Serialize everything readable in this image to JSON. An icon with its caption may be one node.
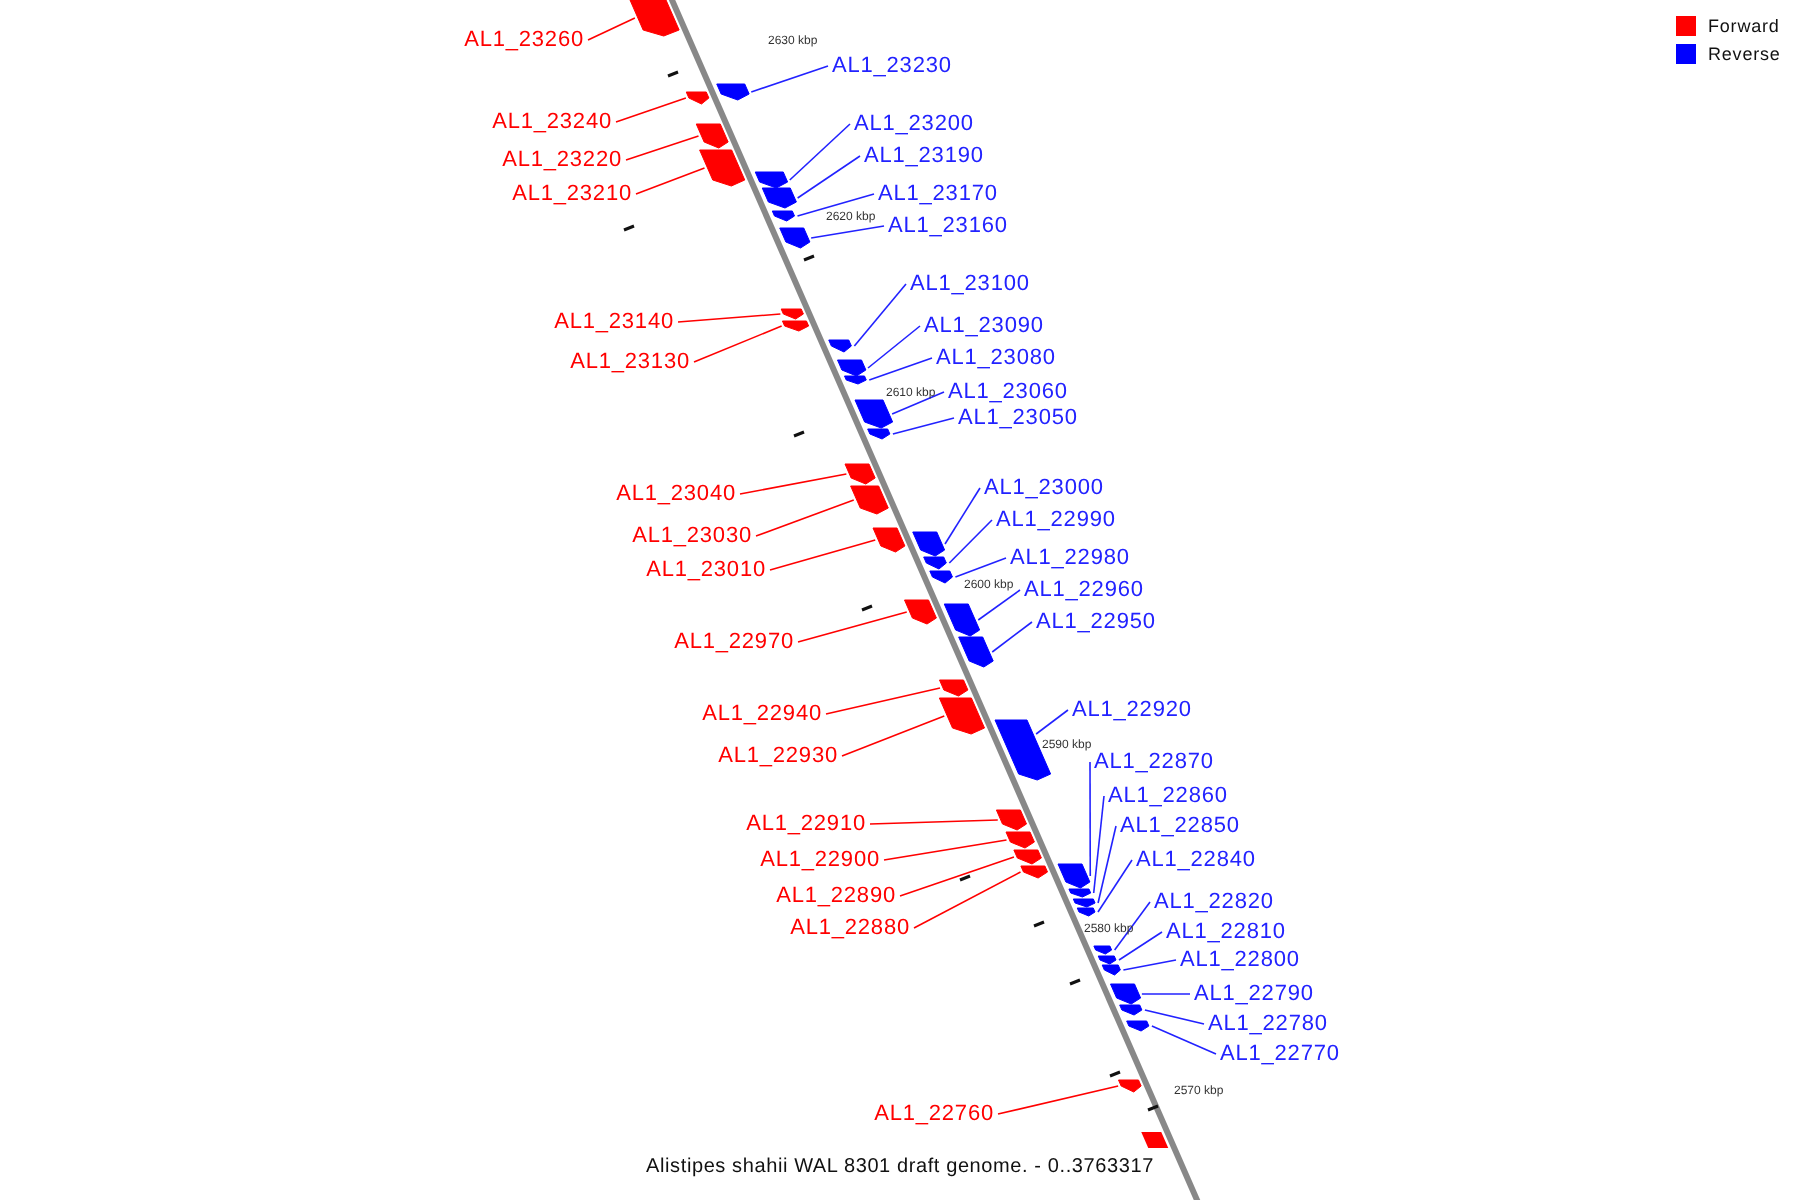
{
  "diagram": {
    "caption": "Alistipes shahii WAL 8301 draft genome. - 0..3763317",
    "nodes": [
      {
        "text": [
          "AL1_23260"
        ]
      },
      {
        "text": [
          "AL1_23230"
        ]
      },
      {
        "text": [
          "AL1_23240"
        ]
      },
      {
        "text": [
          "AL1_23200"
        ]
      },
      {
        "text": [
          "AL1_23190"
        ]
      },
      {
        "text": [
          "AL1_23220"
        ]
      },
      {
        "text": [
          "AL1_23210"
        ]
      },
      {
        "text": [
          "AL1_23170"
        ]
      },
      {
        "text": [
          "AL1_23160"
        ]
      },
      {
        "text": [
          "AL1_23100"
        ]
      },
      {
        "text": [
          "AL1_23140"
        ]
      },
      {
        "text": [
          "AL1_23090"
        ]
      },
      {
        "text": [
          "AL1_23080"
        ]
      },
      {
        "text": [
          "AL1_23130"
        ]
      },
      {
        "text": [
          "AL1_23060"
        ]
      },
      {
        "text": [
          "AL1_23050"
        ]
      },
      {
        "text": [
          "AL1_23000"
        ]
      },
      {
        "text": [
          "AL1_23040"
        ]
      },
      {
        "text": [
          "AL1_22990"
        ]
      },
      {
        "text": [
          "AL1_23030"
        ]
      },
      {
        "text": [
          "AL1_22980"
        ]
      },
      {
        "text": [
          "AL1_23010"
        ]
      },
      {
        "text": [
          "AL1_22960"
        ]
      },
      {
        "text": [
          "AL1_22950"
        ]
      },
      {
        "text": [
          "AL1_22970"
        ]
      },
      {
        "text": [
          "AL1_22920"
        ]
      },
      {
        "text": [
          "AL1_22940"
        ]
      },
      {
        "text": [
          "AL1_22930"
        ]
      },
      {
        "text": [
          "AL1_22870"
        ]
      },
      {
        "text": [
          "AL1_22860"
        ]
      },
      {
        "text": [
          "AL1_22910"
        ]
      },
      {
        "text": [
          "AL1_22850"
        ]
      },
      {
        "text": [
          "AL1_22900"
        ]
      },
      {
        "text": [
          "AL1_22840"
        ]
      },
      {
        "text": [
          "AL1_22890"
        ]
      },
      {
        "text": [
          "AL1_22820"
        ]
      },
      {
        "text": [
          "AL1_22880"
        ]
      },
      {
        "text": [
          "AL1_22810"
        ]
      },
      {
        "text": [
          "AL1_22800"
        ]
      },
      {
        "text": [
          "AL1_22790"
        ]
      },
      {
        "text": [
          "AL1_22780"
        ]
      },
      {
        "text": [
          "AL1_22770"
        ]
      },
      {
        "text": [
          "AL1_22760"
        ]
      },
      {
        "text": [],
        "shape": "arrow"
      },
      {
        "text": [],
        "shape": "arrow"
      },
      {
        "text": [],
        "shape": "arrow"
      },
      {
        "text": [],
        "shape": "arrow"
      },
      {
        "text": [],
        "shape": "arrow"
      },
      {
        "text": [],
        "shape": "arrow"
      },
      {
        "text": [],
        "shape": "arrow"
      },
      {
        "text": [],
        "shape": "arrow"
      },
      {
        "text": [],
        "shape": "arrow"
      },
      {
        "text": [],
        "shape": "arrow"
      },
      {
        "text": [],
        "shape": "arrow"
      },
      {
        "text": [],
        "shape": "arrow"
      },
      {
        "text": [],
        "shape": "arrow"
      },
      {
        "text": [],
        "shape": "arrow"
      },
      {
        "text": [],
        "shape": "arrow"
      },
      {
        "text": [],
        "shape": "arrow"
      },
      {
        "text": [],
        "shape": "arrow"
      },
      {
        "text": [],
        "shape": "arrow"
      },
      {
        "text": [],
        "shape": "arrow"
      },
      {
        "text": [],
        "shape": "arrow"
      },
      {
        "text": [],
        "shape": "arrow"
      },
      {
        "text": [],
        "shape": "arrow"
      },
      {
        "text": [],
        "shape": "arrow"
      },
      {
        "text": [],
        "shape": "arrow"
      },
      {
        "text": [],
        "shape": "arrow"
      },
      {
        "text": [],
        "shape": "arrow"
      },
      {
        "text": [],
        "shape": "arrow"
      },
      {
        "text": [],
        "shape": "arrow"
      },
      {
        "text": [],
        "shape": "arrow"
      },
      {
        "text": [],
        "shape": "arrow"
      },
      {
        "text": [],
        "shape": "arrow"
      },
      {
        "text": [],
        "shape": "arrow"
      },
      {
        "text": [],
        "shape": "arrow"
      },
      {
        "text": [],
        "shape": "arrow"
      },
      {
        "text": [],
        "shape": "arrow"
      },
      {
        "text": [],
        "shape": "arrow"
      },
      {
        "text": [],
        "shape": "arrow"
      },
      {
        "text": [],
        "shape": "arrow"
      },
      {
        "text": [],
        "shape": "arrow"
      },
      {
        "text": [],
        "shape": "arrow"
      },
      {
        "text": [],
        "shape": "arrow"
      },
      {
        "text": [],
        "shape": "arrow"
      },
      {
        "text": [],
        "shape": "arrow"
      }
    ],
    "edges": [
      {
        "from": 0,
        "to": 43,
        "arrow": "none",
        "color": "#ff0000"
      },
      {
        "from": 1,
        "to": 44,
        "arrow": "none"
      },
      {
        "from": 2,
        "to": 45,
        "arrow": "none",
        "color": "#ff0000"
      },
      {
        "from": 3,
        "to": 46,
        "arrow": "none"
      },
      {
        "from": 4,
        "to": 47,
        "arrow": "none"
      },
      {
        "from": 5,
        "to": 48,
        "arrow": "none",
        "color": "#ff0000"
      },
      {
        "from": 6,
        "to": 49,
        "arrow": "none",
        "color": "#ff0000"
      },
      {
        "from": 7,
        "to": 50,
        "arrow": "none"
      },
      {
        "from": 8,
        "to": 51,
        "arrow": "none"
      },
      {
        "from": 9,
        "to": 52,
        "arrow": "none"
      },
      {
        "from": 10,
        "to": 53,
        "arrow": "none",
        "color": "#ff0000"
      },
      {
        "from": 11,
        "to": 54,
        "arrow": "none"
      },
      {
        "from": 12,
        "to": 55,
        "arrow": "none"
      },
      {
        "from": 13,
        "to": 56,
        "arrow": "none",
        "color": "#ff0000"
      },
      {
        "from": 14,
        "to": 57,
        "arrow": "none"
      },
      {
        "from": 15,
        "to": 58,
        "arrow": "none"
      },
      {
        "from": 16,
        "to": 59,
        "arrow": "none"
      },
      {
        "from": 17,
        "to": 60,
        "arrow": "none",
        "color": "#ff0000"
      },
      {
        "from": 18,
        "to": 61,
        "arrow": "none"
      },
      {
        "from": 19,
        "to": 62,
        "arrow": "none",
        "color": "#ff0000"
      },
      {
        "from": 20,
        "to": 63,
        "arrow": "none"
      },
      {
        "from": 21,
        "to": 64,
        "arrow": "none",
        "color": "#ff0000"
      },
      {
        "from": 22,
        "to": 65,
        "arrow": "none"
      },
      {
        "from": 23,
        "to": 66,
        "arrow": "none"
      },
      {
        "from": 24,
        "to": 67,
        "arrow": "none",
        "color": "#ff0000"
      },
      {
        "from": 25,
        "to": 68,
        "arrow": "none"
      },
      {
        "from": 26,
        "to": 69,
        "arrow": "none",
        "color": "#ff0000"
      },
      {
        "from": 27,
        "to": 70,
        "arrow": "none",
        "color": "#ff0000"
      },
      {
        "from": 28,
        "to": 71,
        "arrow": "none"
      },
      {
        "from": 29,
        "to": 72,
        "arrow": "none"
      },
      {
        "from": 30,
        "to": 73,
        "arrow": "none",
        "color": "#ff0000"
      },
      {
        "from": 31,
        "to": 74,
        "arrow": "none"
      },
      {
        "from": 32,
        "to": 75,
        "arrow": "none",
        "color": "#ff0000"
      },
      {
        "from": 33,
        "to": 76,
        "arrow": "none"
      },
      {
        "from": 34,
        "to": 77,
        "arrow": "none",
        "color": "#ff0000"
      },
      {
        "from": 35,
        "to": 78,
        "arrow": "none"
      },
      {
        "from": 36,
        "to": 79,
        "arrow": "none",
        "color": "#ff0000"
      },
      {
        "from": 37,
        "to": 80,
        "arrow": "none"
      },
      {
        "from": 38,
        "to": 81,
        "arrow": "none"
      },
      {
        "from": 39,
        "to": 82,
        "arrow": "none"
      },
      {
        "from": 40,
        "to": 83,
        "arrow": "none"
      },
      {
        "from": 41,
        "to": 84,
        "arrow": "none"
      },
      {
        "from": 42,
        "to": 85,
        "arrow": "none",
        "color": "#ff0000"
      }
    ],
    "labels": [
      "2630 kbp",
      "2620 kbp",
      "2610 kbp",
      "2600 kbp",
      "2590 kbp",
      "2580 kbp",
      "2570 kbp"
    ],
    "legend": [
      {
        "text": "Forward",
        "color": "#ff0000"
      },
      {
        "text": "Reverse",
        "color": "#0000ff"
      }
    ]
  }
}
